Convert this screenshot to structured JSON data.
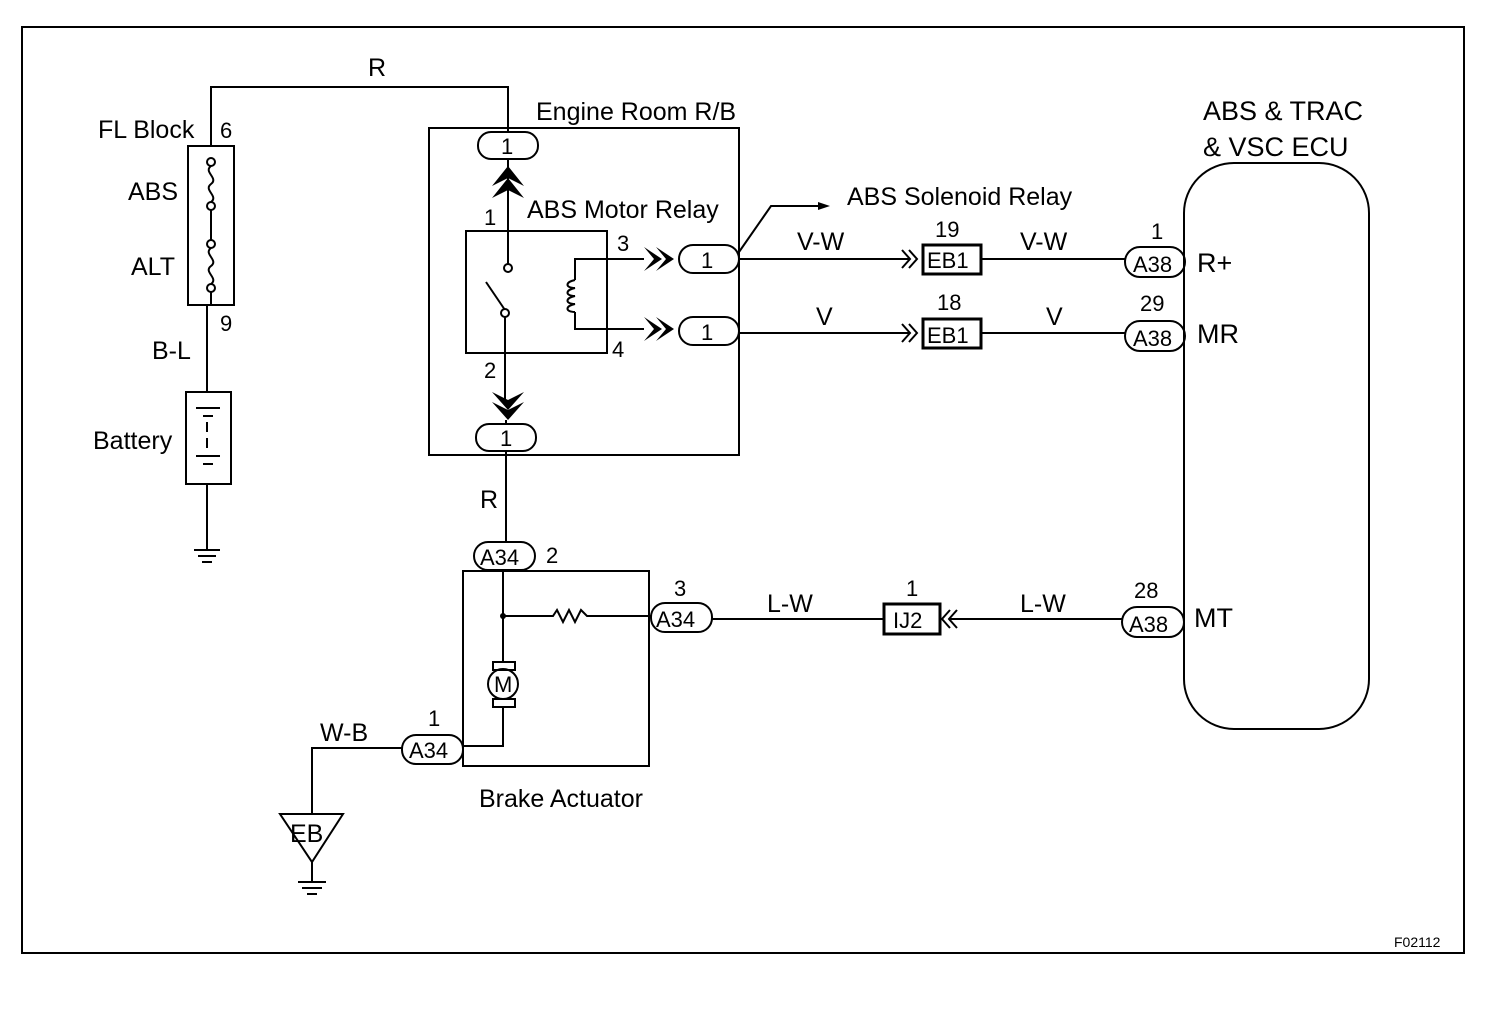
{
  "diagram_id": "F02112",
  "wire_colors": {
    "fl_to_rb": "R",
    "battery": "B-L",
    "rb_to_actuator": "R",
    "solenoid_out": "V-W",
    "solenoid_in": "V-W",
    "motor_out": "V",
    "motor_in": "V",
    "mt_left": "L-W",
    "mt_right": "L-W",
    "ground": "W-B"
  },
  "fl_block": {
    "label": "FL Block",
    "pin_top": "6",
    "pin_bottom": "9",
    "fuse1": "ABS",
    "fuse2": "ALT"
  },
  "battery": {
    "label": "Battery"
  },
  "engine_room": {
    "label": "Engine Room R/B",
    "conn_top": "1",
    "conn_bottom": "1",
    "conn_r1": "1",
    "conn_r2": "1"
  },
  "motor_relay": {
    "label": "ABS Motor Relay",
    "pin1": "1",
    "pin2": "2",
    "pin3": "3",
    "pin4": "4"
  },
  "solenoid_relay": {
    "label": "ABS Solenoid Relay"
  },
  "connectors": {
    "eb1_a": {
      "name": "EB1",
      "pin": "19"
    },
    "eb1_b": {
      "name": "EB1",
      "pin": "18"
    },
    "ij2": {
      "name": "IJ2",
      "pin": "1"
    },
    "a34_top": {
      "name": "A34",
      "pin": "2"
    },
    "a34_right": {
      "name": "A34",
      "pin": "3"
    },
    "a34_left": {
      "name": "A34",
      "pin": "1"
    },
    "a38_rplus": {
      "name": "A38",
      "pin": "1"
    },
    "a38_mr": {
      "name": "A38",
      "pin": "29"
    },
    "a38_mt": {
      "name": "A38",
      "pin": "28"
    }
  },
  "ecu": {
    "line1": "ABS & TRAC",
    "line2": "& VSC ECU",
    "term_rplus": "R+",
    "term_mr": "MR",
    "term_mt": "MT"
  },
  "actuator": {
    "label": "Brake Actuator",
    "motor_symbol": "M"
  },
  "ground": {
    "label": "EB"
  }
}
